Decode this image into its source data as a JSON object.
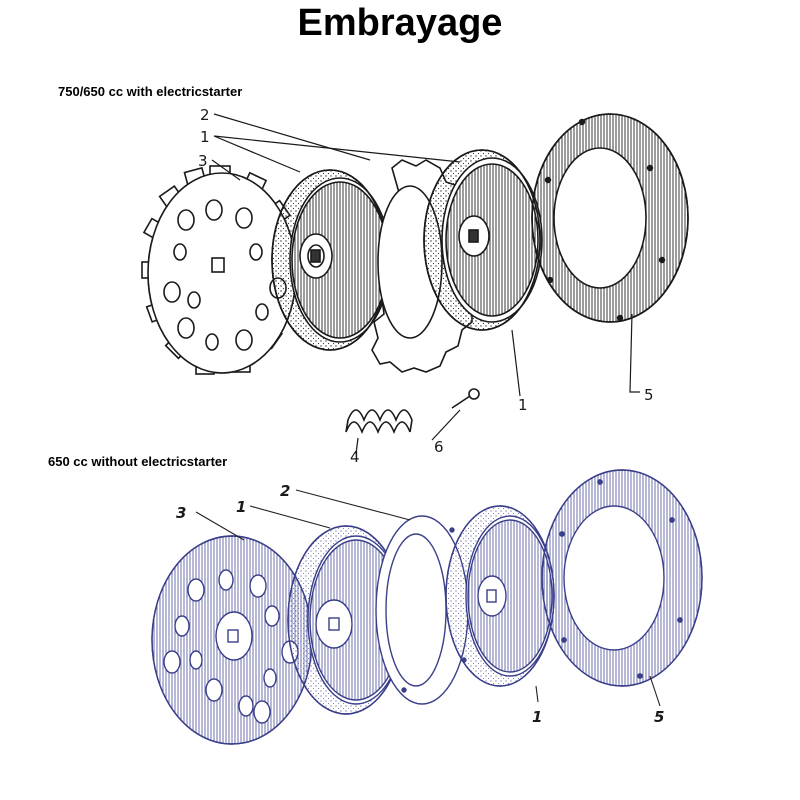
{
  "title": "Embrayage",
  "sections": [
    {
      "heading": "750/650 cc with electricstarter",
      "callouts": {
        "c2": "2",
        "c1a": "1",
        "c3": "3",
        "c1b": "1",
        "c5": "5",
        "c4": "4",
        "c6": "6"
      }
    },
    {
      "heading": "650 cc without electricstarter",
      "callouts": {
        "c3": "3",
        "c1a": "1",
        "c2": "2",
        "c1b": "1",
        "c5": "5"
      }
    }
  ],
  "colors": {
    "top_ink": "#1a1a1a",
    "bottom_ink": "#3a3f8a"
  }
}
